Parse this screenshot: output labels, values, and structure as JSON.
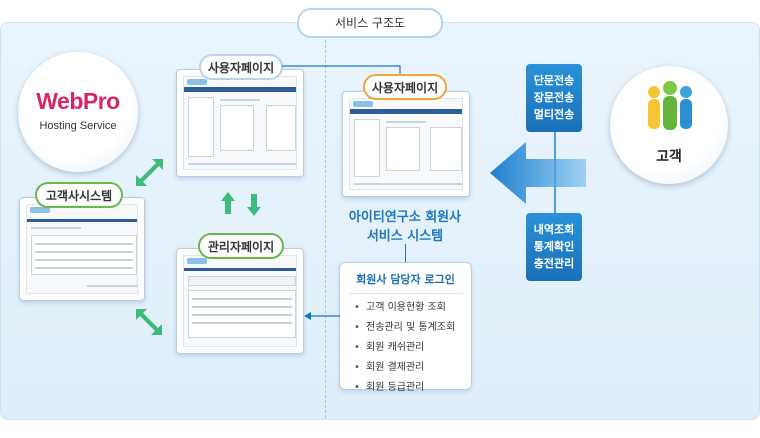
{
  "title": "서비스 구조도",
  "logo": {
    "brand": "WebPro",
    "subtitle": "Hosting Service"
  },
  "labels": {
    "user_page_left": "사용자페이지",
    "user_page_right": "사용자페이지",
    "customer_system": "고객사시스템",
    "admin_page": "관리자페이지"
  },
  "member_system": {
    "line1": "아이티연구소 회원사",
    "line2": "서비스 시스템"
  },
  "login_box": {
    "heading": "회원사 담당자 로그인",
    "items": [
      "고객 이용현황 조회",
      "전송관리 및 통계조회",
      "회원 캐쉬관리",
      "회원 결제관리",
      "회원 등급관리"
    ]
  },
  "customer": {
    "label": "고객"
  },
  "services_top": [
    "단문전송",
    "장문전송",
    "멀티전송"
  ],
  "services_bottom": [
    "내역조회",
    "통계확인",
    "충전관리"
  ],
  "colors": {
    "accent_blue": "#1a78c2",
    "arrow_green": "#3dbb7a",
    "orange": "#f3a640"
  }
}
